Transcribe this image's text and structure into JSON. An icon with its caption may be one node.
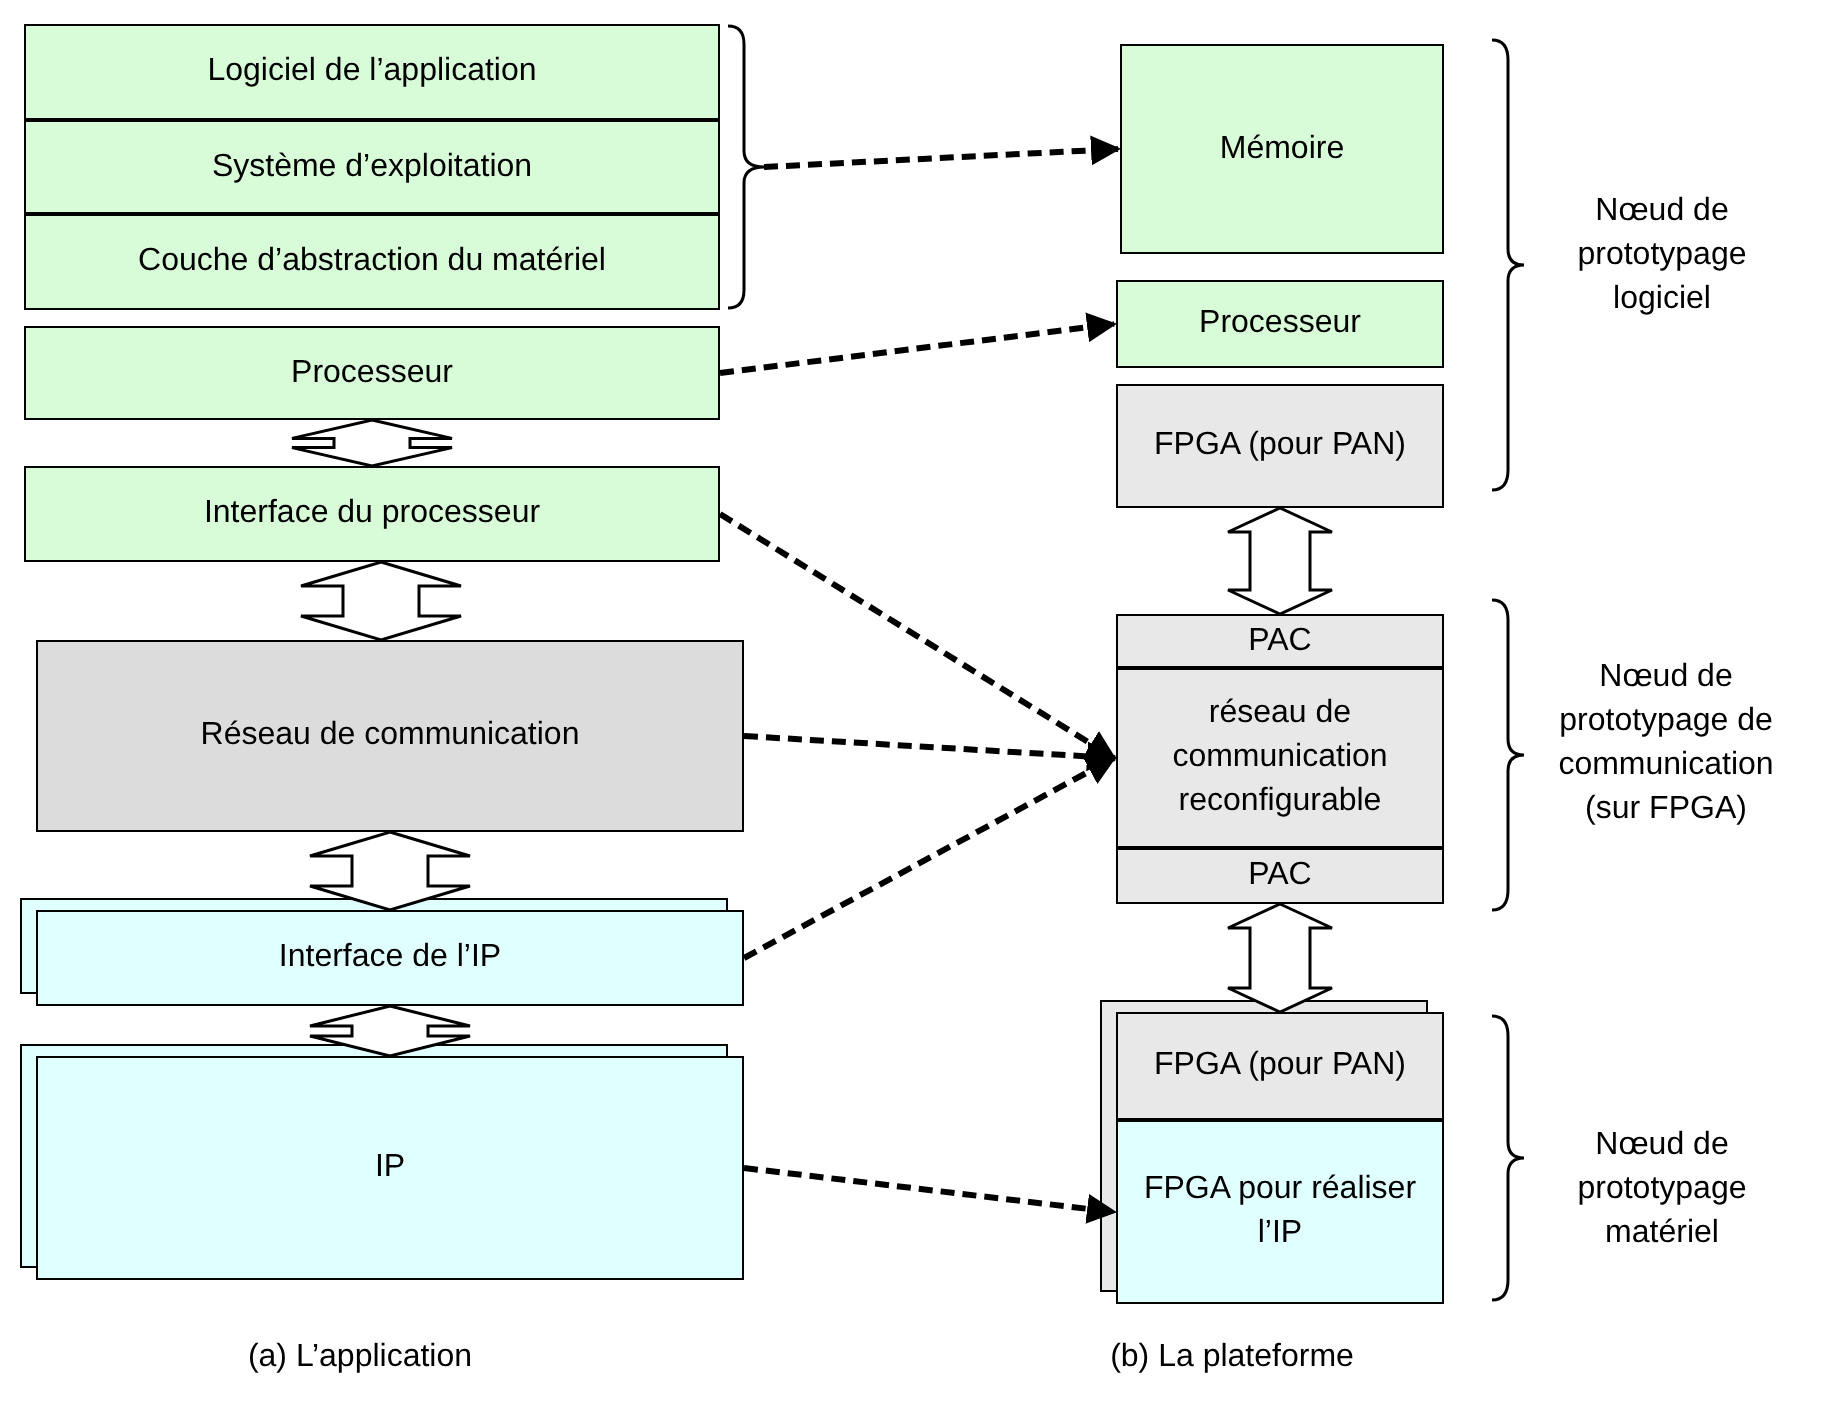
{
  "diagram": {
    "nodes": [
      {
        "text": [
          "Logiciel de l’application"
        ]
      },
      {
        "text": [
          "Système d’exploitation"
        ]
      },
      {
        "text": [
          "Couche d’abstraction du matériel"
        ]
      },
      {
        "text": [],
        "shape": "brace"
      },
      {
        "text": [
          "Processeur"
        ]
      },
      {
        "text": [
          "Interface du processeur"
        ]
      },
      {
        "text": [
          "Réseau de communication"
        ]
      },
      {
        "text": [
          "Interface de l’IP"
        ]
      },
      {
        "text": [
          "IP"
        ]
      },
      {
        "text": [
          "Mémoire"
        ]
      },
      {
        "text": [
          "Processeur"
        ]
      },
      {
        "text": [
          "FPGA (pour PAN)"
        ]
      },
      {
        "text": [
          "PAC"
        ]
      },
      {
        "text": [
          "réseau de communication reconfigurable"
        ]
      },
      {
        "text": [
          "PAC"
        ]
      },
      {
        "text": [
          "FPGA (pour PAN)"
        ]
      },
      {
        "text": [
          "FPGA pour réaliser l’IP"
        ]
      }
    ],
    "edges": [
      {
        "from": 3,
        "to": 9,
        "arrow": "to",
        "style": "dashed"
      },
      {
        "from": 4,
        "to": 10,
        "arrow": "to",
        "style": "dashed"
      },
      {
        "from": 5,
        "to": 13,
        "arrow": "to",
        "style": "dashed"
      },
      {
        "from": 6,
        "to": 13,
        "arrow": "to",
        "style": "dashed"
      },
      {
        "from": 7,
        "to": 13,
        "arrow": "to",
        "style": "dashed"
      },
      {
        "from": 8,
        "to": 16,
        "arrow": "to",
        "style": "dashed"
      },
      {
        "from": 4,
        "to": 5,
        "arrow": "both",
        "style": "thick"
      },
      {
        "from": 5,
        "to": 6,
        "arrow": "both",
        "style": "thick"
      },
      {
        "from": 6,
        "to": 7,
        "arrow": "both",
        "style": "thick"
      },
      {
        "from": 7,
        "to": 8,
        "arrow": "both",
        "style": "thick"
      },
      {
        "from": 11,
        "to": 12,
        "arrow": "both",
        "style": "thick"
      },
      {
        "from": 14,
        "to": 15,
        "arrow": "both",
        "style": "thick"
      }
    ],
    "labels": [
      "Nœud de prototypage logiciel",
      "Nœud de prototypage de communication (sur FPGA)",
      "Nœud de prototypage matériel",
      "(a) L’application",
      "(b) La plateforme"
    ]
  }
}
